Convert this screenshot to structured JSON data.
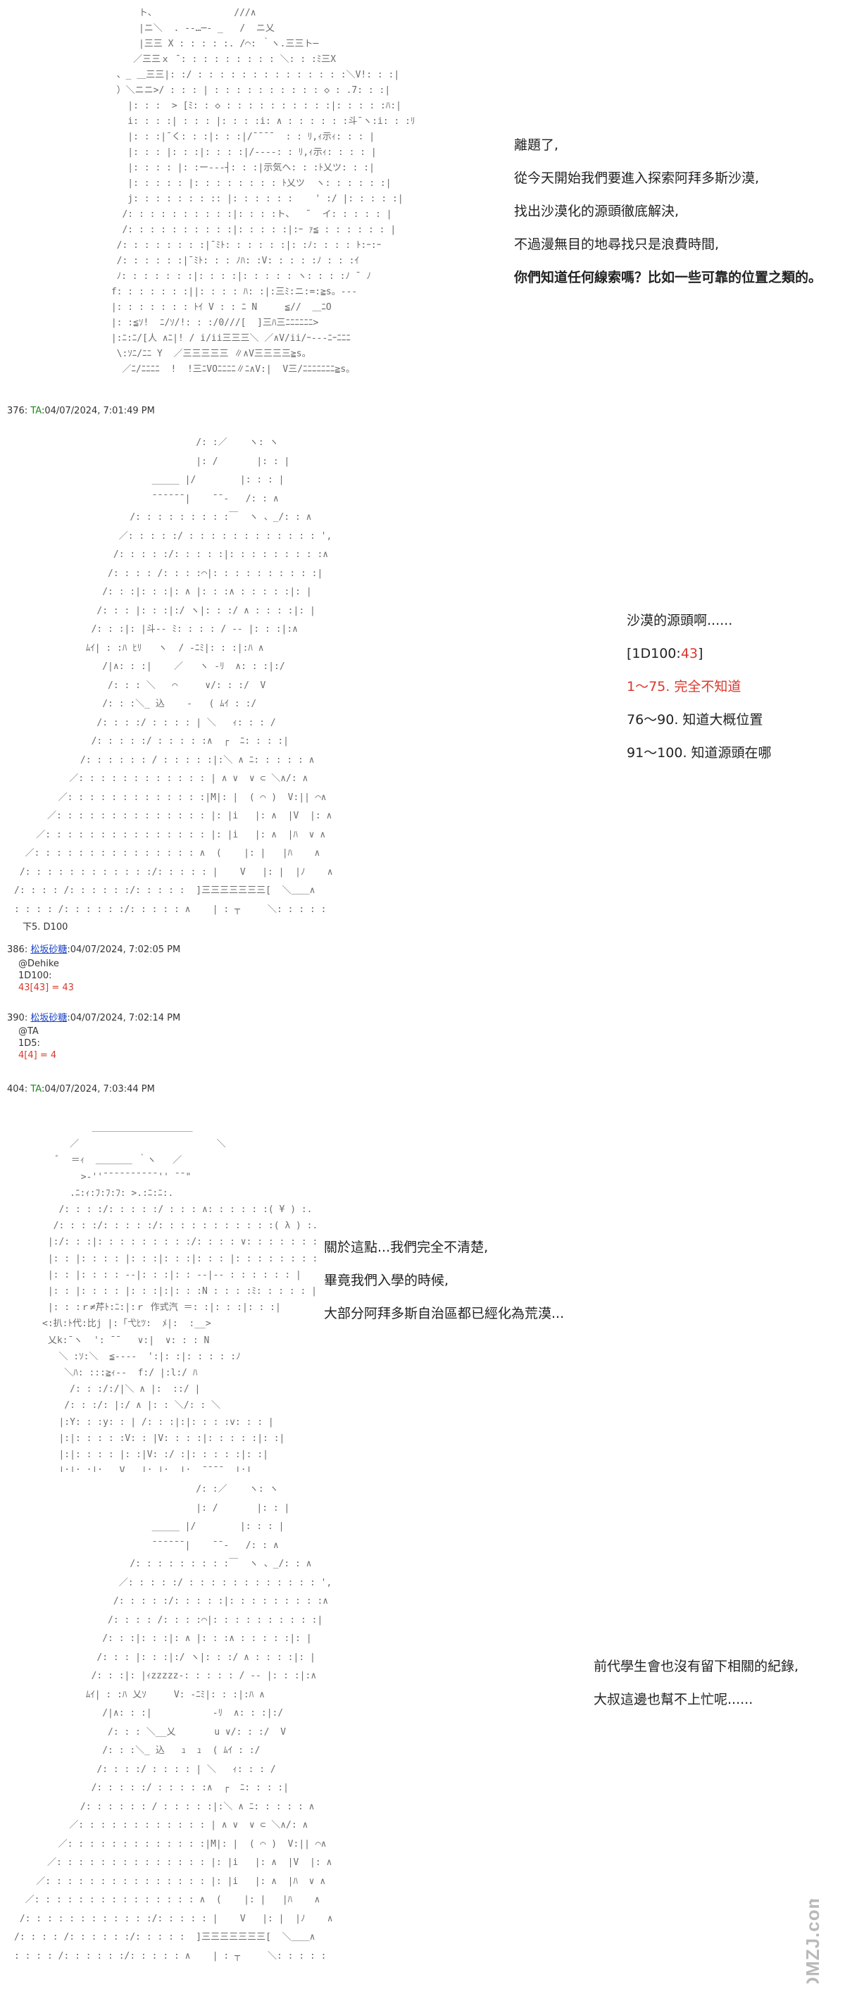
{
  "panels": {
    "p1": {
      "art_lines": [
        "      ト、              ///∧",
        "      |ニ＼  . -‐…─- _   /  ニ乂",
        "      |三三 X : : : : :. /⌒: ｀ヽ.三三ト─",
        "     ／三三ｘ ̄ : : : : : : : : : ＼: : :ﾐ三X",
        "  、_ ＿三三|: :/ : : : : : : : : : : : : : :＼V!: : :|",
        "  ）＼ニニ>/ : : : | : : : : : : : : : : ◇ : .7: : :|",
        "    |: : :  > [ﾐ: : ◇ : : : : : : : : : :|: : : : :ﾊ:|",
        "    i: : : :| : : : |: : : :i: ∧ : : : : : :斗¯ヽ:i: : :ﾘ",
        "    |: : :|¯く: : :|: : :|/¯¯¯¯  : : ﾘ,ｨ示ｨ: : : |",
        "    |: : : |: : :|: : : :|/‐‐‐‐: : ﾘ,ｨ示ｨ: : : : |",
        "    |: : : : |: :ー‐‐‐┤: : :|示気ヘ: : :ﾄ乂ツ: : :|",
        "    |: : : : : |: : : : : : : : ﾄ乂ツ  ヽ: : : : : :|",
        "    j: : : : : : : :: |: : : : : :    ' :/ |: : : : :|",
        "   /: : : : : : : : : :|: : : :ト、  ̄   イ: : : : : |",
        "   /: : : : : : : : : :|: : : : :|:ｰ ｧ≦ : : : : : : |",
        "  /: : : : : : : :|¯ﾐﾄ: : : : : :|: :ﾉ: : : : ﾄ:ｰ:ｰ",
        "  /: : : : : :|¯ﾐﾄ: : : ﾉﾊ: :V: : : : :ﾉ : : :ｲ",
        "  ﾉ: : : : : : :|: : : :|: : : : : ヽ: : : :ﾉ ¯ ﾉ",
        " f: : : : : : :||: : : : ﾊ: :|:三ﾐ:ニ:=:≧s。‐‐‐",
        " |: : : : : : : ﾄｲ V : : ﾆ N     ≦//  ＿ﾆO",
        " |: :≦ｿ!  ﾆ/ｿ/!: : :/0///[  ]三ﾊ三ﾆﾆﾆﾆﾆﾆ>",
        " |:ﾆ:ﾆ/[人 ∧ﾆ|! / i/ii三三三＼ ／∧V/ii/ｰ‐‐‐ﾆｰﾆﾆﾆ",
        "  \\:ｿﾆ/ﾆﾆ Y  ／三三三三三 ∥∧V三三三三≧s。",
        "   ／ﾆ/ﾆﾆﾆﾆ  !  !三ﾆVOﾆﾆﾆﾆ∥ﾆ∧V:|  V三/ﾆﾆﾆﾆﾆﾆﾆ≧s。"
      ],
      "dialog": [
        "離題了,",
        "從今天開始我們要進入探索阿拜多斯沙漠,",
        "找出沙漠化的源頭徹底解決,",
        "不過漫無目的地尋找只是浪費時間,",
        "你們知道任何線索嗎？比如一些可靠的位置之類的。"
      ]
    },
    "post376": {
      "num": "376",
      "uid": "TA",
      "date": ":04/07/2024, 7:01:49 PM"
    },
    "p2": {
      "art_lines": [
        "                                 /: :／    ヽ: ヽ",
        "                                 |: /       |: : |",
        "                         _____ |/        |: : : |",
        "                         ¯¯¯¯¯¯|    ¯¯‐   /: : ∧",
        "                     /: : : : : : : : :￣  ヽ 、_/: : ∧",
        "                   ／: : : : :/ : : : : : : : : : : : : ',",
        "                  /: : : : :/: : : : :|: : : : : : : : :∧",
        "                 /: : : : /: : : :⌒|: : : : : : : : : :|",
        "                /: : :|: : :|: ∧ |: : :∧ : : : : :|: |",
        "               /: : : |: : :|:/ ヽ|: : :/ ∧ : : : :|: |",
        "              /: : :|: |斗‐‐ ﾐ: : : : / ‐‐ |: : :|:∧",
        "             ﾑｲ| : :ﾊ ﾋﾘ   ヽ  / ‐ﾆﾐ|: : :|:ﾊ ∧",
        "                /|∧: : :|    ／   ヽ ‐ﾘ  ∧: : :|:/",
        "                 /: : : ＼   ⌒     ∨/: : :/  V",
        "                /: : :＼_ 込    ‐   ( ﾑｲ : :/",
        "               /: : : :/ : : : : | ＼   ｨ: : : /",
        "              /: : : : :/ : : : : :∧  ┌  ﾆ: : : :|",
        "            /: : : : : : / : : : : :|:＼ ∧ ﾆ: : : : : ∧",
        "          ／: : : : : : : : : : : : | ∧ ∨  ∨ ⊂ ＼∧/: ∧",
        "        ／: : : : : : : : : : : : :|M|: |  ( ⌒ )  V:|| ⌒∧",
        "      ／: : : : : : : : : : : : : : |: |i   |: ∧  |V  |: ∧",
        "    ／: : : : : : : : : : : : : : : |: |i   |: ∧  |ﾊ  ∨ ∧",
        "  ／: : : : : : : : : : : : : : : ∧  (    |: |   |ﾊ    ∧",
        " /: : : : : : : : : : : :/: : : : : |    V   |: |  |ﾉ    ∧",
        "/: : : : /: : : : : :/: : : : :  ]三三三三三三三[  ＼＿＿∧",
        ": : : : /: : : : : :/: : : : : ∧    | : ┬     ＼: : : : :"
      ],
      "dialog": [
        "沙漠的源頭啊......",
        "[1D100:",
        "43",
        "]",
        "1～75. 完全不知道",
        "76～90. 知道大概位置",
        "91～100. 知道源頭在哪"
      ]
    },
    "post_block": {
      "roll_cmd": "下5. D100",
      "p386_num": "386",
      "p386_user": "松坂砂糖",
      "p386_date": ":04/07/2024, 7:02:05 PM",
      "p386_to": "@Dehike",
      "p386_dice": "1D100:",
      "p386_result": "43[43] = 43",
      "p390_num": "390",
      "p390_user": "松坂砂糖",
      "p390_date": ":04/07/2024, 7:02:14 PM",
      "p390_to": "@TA",
      "p390_dice": "1D5:",
      "p390_result": "4[4] = 4",
      "p404_num": "404",
      "p404_uid": "TA",
      "p404_date": ":04/07/2024, 7:03:44 PM"
    },
    "p3": {
      "art_lines": [
        "         ＿＿＿＿＿＿＿＿＿＿＿",
        "     ／                         ＼",
        "   ﾞ  ＝ｨ  ＿＿＿＿ ｀ヽ   ／",
        "       >‐''¯¯¯¯¯¯¯¯¯¯'' ¯¯\"",
        "     .ﾆ:ｨ:ﾌ:ﾌ:ﾌ: >.:ﾆ:ﾆ:.",
        "   /: : : :/: : : : :/ : : : ∧: : : : : :( ¥ ) :.",
        "  /: : : :/: : : : :/: : : : : : : : : : :( λ ) :.",
        " |:/: : :|: : : : : : : : :/: : : : ∨: : : : : : : ∨",
        " |: : |: : : : |: : :|: : :|: : : |: : : : : : : : : :|",
        " |: : |: : : : ‐‐|: : :|: : ‐‐|‐‐ : : : : : : |",
        " |: : |: : : : |: : :|:|: : :N : : : :ﾐ: : : : : |",
        " |: : :ｒ≠芹ﾄ:ﾆ:|:ｒ 作式汽 ＝: :|: : :|: : :|",
        "<:扒:ﾄ代:比j |:「弋ﾋﾂ:  ﾒ|:  :__>",
        " 乂k:¯ヽ  ': ¯¯   ∨:|  ∨: : : N",
        "   ＼ :ｿ:＼  ≦‐‐‐‐  ':|: :|: : : : :ﾉ",
        "    ＼ﾊ: :::≧ｨ‐‐  f:/ |:l:/ ﾊ",
        "     /: : :/:/|＼ ∧ |:  ::/ |",
        "    /: : :/: |:/ ∧ |: : ＼/: : ＼",
        "   |:Y: : :y: : | /: : :|:|: : : :v: : : |",
        "   |:|: : : : :V: : |V: : : :|: : : : :|: :|",
        "   |:|: : : : |: :|V: :/ :|: : : : :|: :|",
        "   |:|: :|:   V   |: |:  |:  ¯¯¯¯  |:|"
      ],
      "dialog": [
        "關於這點...我們完全不清楚,",
        "畢竟我們入學的時候,",
        "大部分阿拜多斯自治區都已經化為荒漠..."
      ]
    },
    "p4": {
      "art_lines": [
        "                                 /: :／    ヽ: ヽ",
        "                                 |: /       |: : |",
        "                         _____ |/        |: : : |",
        "                         ¯¯¯¯¯¯|    ¯¯‐   /: : ∧",
        "                     /: : : : : : : : :￣  ヽ 、_/: : ∧",
        "                   ／: : : : :/ : : : : : : : : : : : : ',",
        "                  /: : : : :/: : : : :|: : : : : : : : :∧",
        "                 /: : : : /: : : :⌒|: : : : : : : : : :|",
        "                /: : :|: : :|: ∧ |: : :∧ : : : : :|: |",
        "               /: : : |: : :|:/ ヽ|: : :/ ∧ : : : :|: |",
        "              /: : :|: |ｨzzzzz‐: : : : : / ‐‐ |: : :|:∧",
        "             ﾑｲ| : :ﾊ 乂ｿ     V: ‐ﾆﾐ|: : :|:ﾊ ∧",
        "                /|∧: : :|           ‐ﾘ  ∧: : :|:/",
        "                 /: : : ＼__乂       u ∨/: : :/  V",
        "                /: : :＼_ 込   ｭ  ｭ  ( ﾑｲ : :/",
        "               /: : : :/ : : : : | ＼   ｨ: : : /",
        "              /: : : : :/ : : : : :∧  ┌  ﾆ: : : :|",
        "            /: : : : : : / : : : : :|:＼ ∧ ﾆ: : : : : ∧",
        "          ／: : : : : : : : : : : : | ∧ ∨  ∨ ⊂ ＼∧/: ∧",
        "        ／: : : : : : : : : : : : :|M|: |  ( ⌒ )  V:|| ⌒∧",
        "      ／: : : : : : : : : : : : : : |: |i   |: ∧  |V  |: ∧",
        "    ／: : : : : : : : : : : : : : : |: |i   |: ∧  |ﾊ  ∨ ∧",
        "  ／: : : : : : : : : : : : : : : ∧  (    |: |   |ﾊ    ∧",
        " /: : : : : : : : : : : :/: : : : : |    V   |: |  |ﾉ    ∧",
        "/: : : : /: : : : : :/: : : : :  ]三三三三三三三[  ＼＿＿∧",
        ": : : : /: : : : : :/: : : : : ∧    | : ┬     ＼: : : : :"
      ],
      "dialog": [
        "前代學生會也沒有留下相關的紀錄,",
        "大叔這邊也幫不上忙呢......"
      ]
    }
  },
  "watermark": {
    "text": "DMZJ.com",
    "color": "#b9b9b9"
  }
}
